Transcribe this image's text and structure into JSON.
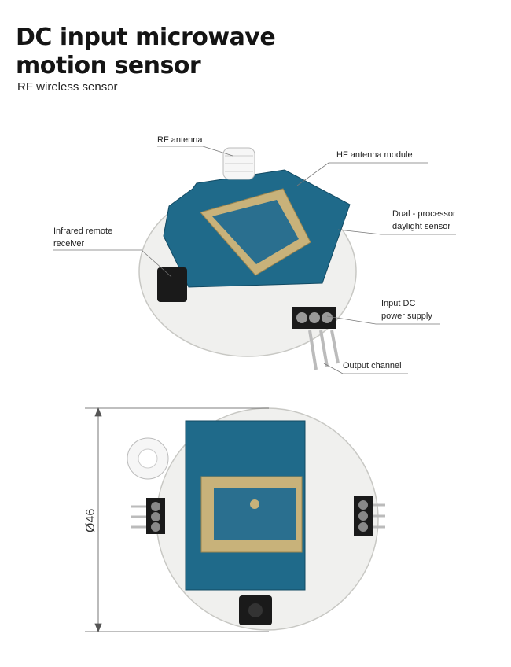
{
  "title_lines": [
    "DC input microwave",
    "motion sensor"
  ],
  "subtitle": "RF wireless sensor",
  "callouts": {
    "rf_antenna": "RF antenna",
    "hf_module": "HF antenna module",
    "daylight_sensor": [
      "Dual - processor",
      "daylight sensor"
    ],
    "ir_receiver": [
      "Infrared remote",
      "receiver"
    ],
    "power_supply": [
      "Input DC",
      "power supply"
    ],
    "output_channel": "Output channel"
  },
  "dimension": "Ø46",
  "colors": {
    "pcb_blue": "#1f6a8a",
    "board_white": "#f0f0ee",
    "shield_gold": "#c8b27a",
    "line": "#777777"
  }
}
